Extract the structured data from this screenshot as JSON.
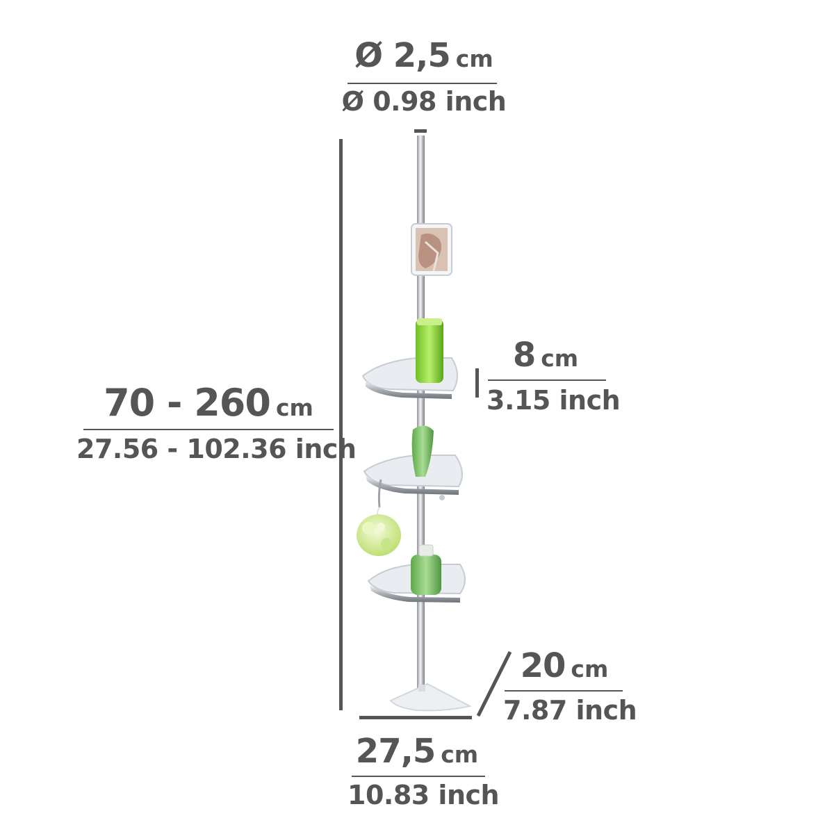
{
  "dimensions": {
    "diameter": {
      "value": "Ø 2,5",
      "unit": "cm",
      "inch": "Ø 0.98 inch"
    },
    "height": {
      "value": "70 - 260",
      "unit": "cm",
      "inch": "27.56 - 102.36 inch"
    },
    "shelf_gap": {
      "value": "8",
      "unit": "cm",
      "inch": "3.15 inch"
    },
    "depth": {
      "value": "20",
      "unit": "cm",
      "inch": "7.87 inch"
    },
    "width": {
      "value": "27,5",
      "unit": "cm",
      "inch": "10.83 inch"
    }
  },
  "colors": {
    "text": "#555557",
    "chrome": "#b9bcc2",
    "shelf": "#e8ecf1",
    "bottle_green": "#8fd63a",
    "sponge": "#d5ec9c"
  }
}
